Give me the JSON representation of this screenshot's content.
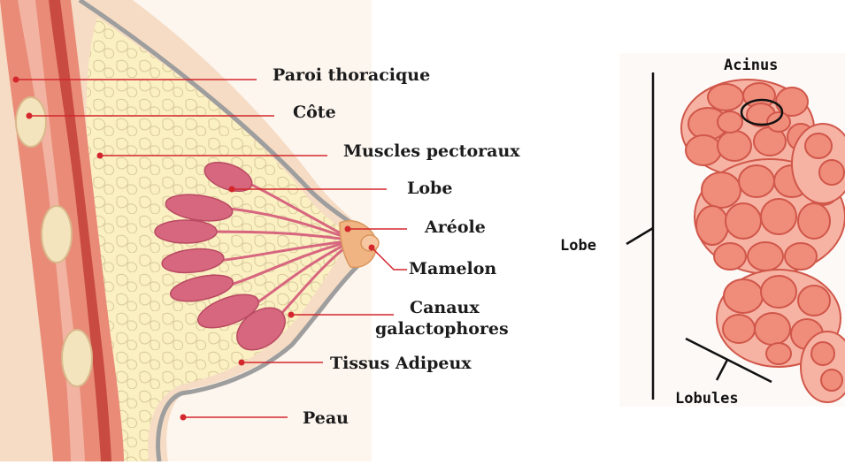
{
  "left_labels": {
    "paroi": "Paroi thoracique",
    "cote": "Côte",
    "muscles": "Muscles pectoraux",
    "lobe": "Lobe",
    "areole": "Aréole",
    "mamelon": "Mamelon",
    "canaux_1": "Canaux",
    "canaux_2": "galactophores",
    "tissus": "Tissus Adipeux",
    "peau": "Peau"
  },
  "right_labels": {
    "acinus": "Acinus",
    "lobe": "Lobe",
    "lobules": "Lobules"
  },
  "colors": {
    "skin": "#f6dcc4",
    "muscle": "#e98b77",
    "fat": "#faf0c2",
    "lobe": "#d7667f",
    "areola": "#efb482",
    "leader": "#d3262d",
    "lobule_fill": "#f08c7a",
    "lobule_stroke": "#d0574a"
  }
}
